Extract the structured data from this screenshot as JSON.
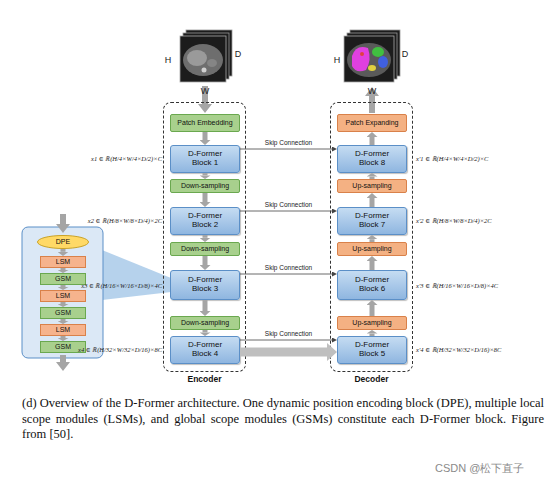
{
  "diagram": {
    "caption": "(d) Overview of the D-Former architecture. One dynamic position encoding block (DPE), multiple local scope modules (LSMs), and global scope modules (GSMs) constitute each D-Former block. Figure from [50].",
    "nodes": [
      {
        "text": [
          "Encoder"
        ]
      },
      {
        "text": [
          "Patch Embedding"
        ],
        "in": 0
      },
      {
        "text": [
          "D-Former Block 1"
        ],
        "in": 0
      },
      {
        "text": [
          "Down-sampling"
        ],
        "in": 0
      },
      {
        "text": [
          "D-Former Block 2"
        ],
        "in": 0
      },
      {
        "text": [
          "Down-sampling"
        ],
        "in": 0
      },
      {
        "text": [
          "D-Former Block 3"
        ],
        "in": 0
      },
      {
        "text": [
          "Down-sampling"
        ],
        "in": 0
      },
      {
        "text": [
          "D-Former Block 4"
        ],
        "in": 0
      },
      {
        "text": [
          "Decoder"
        ]
      },
      {
        "text": [
          "Patch Expanding"
        ],
        "in": 9
      },
      {
        "text": [
          "D-Former Block 8"
        ],
        "in": 9
      },
      {
        "text": [
          "Up-sampling"
        ],
        "in": 9
      },
      {
        "text": [
          "D-Former Block 7"
        ],
        "in": 9
      },
      {
        "text": [
          "Up-sampling"
        ],
        "in": 9
      },
      {
        "text": [
          "D-Former Block 6"
        ],
        "in": 9
      },
      {
        "text": [
          "Up-sampling"
        ],
        "in": 9
      },
      {
        "text": [
          "D-Former Block 5"
        ],
        "in": 9
      },
      {
        "text": [
          "DPE"
        ]
      },
      {
        "text": [
          "LSM"
        ]
      },
      {
        "text": [
          "GSM"
        ]
      },
      {
        "text": [
          "LSM"
        ]
      },
      {
        "text": [
          "GSM"
        ]
      },
      {
        "text": [
          "LSM"
        ]
      },
      {
        "text": [
          "GSM"
        ]
      }
    ],
    "edges": [
      {
        "from": 1,
        "to": 2,
        "arrow": "to"
      },
      {
        "from": 2,
        "to": 3,
        "arrow": "to"
      },
      {
        "from": 3,
        "to": 4,
        "arrow": "to"
      },
      {
        "from": 4,
        "to": 5,
        "arrow": "to"
      },
      {
        "from": 5,
        "to": 6,
        "arrow": "to"
      },
      {
        "from": 6,
        "to": 7,
        "arrow": "to"
      },
      {
        "from": 7,
        "to": 8,
        "arrow": "to"
      },
      {
        "from": 17,
        "to": 16,
        "arrow": "to"
      },
      {
        "from": 16,
        "to": 15,
        "arrow": "to"
      },
      {
        "from": 15,
        "to": 14,
        "arrow": "to"
      },
      {
        "from": 14,
        "to": 13,
        "arrow": "to"
      },
      {
        "from": 13,
        "to": 12,
        "arrow": "to"
      },
      {
        "from": 12,
        "to": 11,
        "arrow": "to"
      },
      {
        "from": 11,
        "to": 10,
        "arrow": "to"
      },
      {
        "from": 2,
        "to": 11,
        "label": "Skip Connection",
        "arrow": "to"
      },
      {
        "from": 4,
        "to": 13,
        "label": "Skip Connection",
        "arrow": "to"
      },
      {
        "from": 6,
        "to": 15,
        "label": "Skip Connection",
        "arrow": "to"
      },
      {
        "from": 8,
        "to": 17,
        "label": "Skip Connection",
        "arrow": "to"
      },
      {
        "from": 8,
        "to": 17,
        "arrow": "to"
      },
      {
        "from": 18,
        "to": 19,
        "arrow": "to"
      },
      {
        "from": 19,
        "to": 20,
        "arrow": "to"
      },
      {
        "from": 20,
        "to": 21,
        "arrow": "to"
      },
      {
        "from": 21,
        "to": 22,
        "arrow": "to"
      },
      {
        "from": 22,
        "to": 23,
        "arrow": "to"
      },
      {
        "from": 23,
        "to": 24,
        "arrow": "to"
      }
    ],
    "labels": [
      "H",
      "W",
      "D",
      "H",
      "W",
      "D",
      "x1 ∈ ℝ(H/4×W/4×D/2)×C",
      "x2 ∈ ℝ(H/8×W/8×D/4)×2C",
      "x3 ∈ ℝ(H/16×W/16×D/8)×4C",
      "x4 ∈ ℝ(H/32×W/32×D/16)×8C",
      "x′1 ∈ ℝ(H/4×W/4×D/2)×C",
      "x′2 ∈ ℝ(H/8×W/8×D/4)×2C",
      "x′3 ∈ ℝ(H/16×W/16×D/8)×4C",
      "x′4 ∈ ℝ(H/32×W/32×D/16)×8C",
      "CSDN @松下直子"
    ]
  }
}
